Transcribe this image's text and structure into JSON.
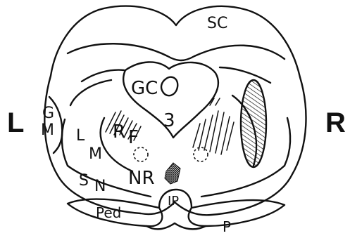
{
  "labels": {
    "left_side": "L",
    "right_side": "R",
    "sc": "SC",
    "gc": "GC",
    "third_nucleus": "3",
    "gm_g": "G",
    "gm_m": "M",
    "rf_r": "R",
    "rf_f": "F",
    "lm_l": "L",
    "lm_m": "M",
    "sn_s": "S",
    "sn_n": "N",
    "nr": "NR",
    "ip": "IP",
    "ped": "Ped",
    "p": "P"
  }
}
